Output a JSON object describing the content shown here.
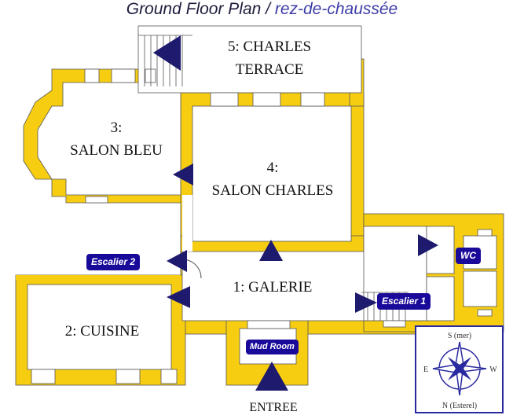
{
  "title": {
    "main": "Ground Floor Plan / ",
    "french": "rez-de-chaussée"
  },
  "rooms": {
    "terrace": {
      "line1": "5: CHARLES",
      "line2": "TERRACE"
    },
    "salon_bleu": {
      "line1": "3:",
      "line2": "SALON BLEU"
    },
    "salon_charles": {
      "line1": "4:",
      "line2": "SALON CHARLES"
    },
    "galerie": {
      "line1": "1: GALERIE"
    },
    "cuisine": {
      "line1": "2: CUISINE"
    },
    "entree": {
      "line1": "ENTREE"
    }
  },
  "badges": {
    "escalier2": "Escalier 2",
    "escalier1": "Escalier 1",
    "wc": "WC",
    "mud_room": "Mud Room"
  },
  "compass": {
    "south": "S (mer)",
    "north": "N (Esterel)",
    "east": "E",
    "west": "W"
  },
  "colors": {
    "wall": "#f7cd12",
    "navy": "#1a0a9a",
    "arrow": "#1e1a6e"
  }
}
